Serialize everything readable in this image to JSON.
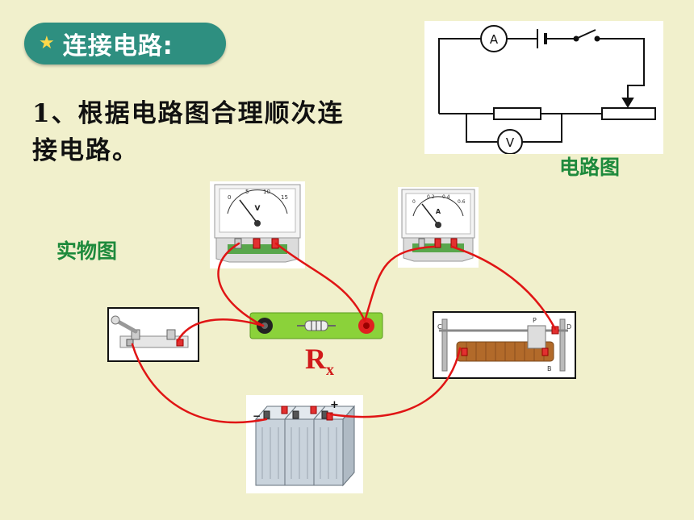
{
  "banner": {
    "star": "★",
    "title": "连接电路:"
  },
  "instruction": {
    "line1": "1、根据电路图合理顺次连",
    "line2": "接电路。"
  },
  "labels": {
    "circuit_diagram": "电路图",
    "physical_diagram": "实物图",
    "resistor_main": "R",
    "resistor_sub": "x"
  },
  "schematic": {
    "ammeter_symbol": "A",
    "voltmeter_symbol": "V"
  },
  "meters": {
    "voltmeter": {
      "scale": [
        "0",
        "5",
        "10",
        "15"
      ],
      "unit": "V"
    },
    "ammeter": {
      "scale": [
        "0",
        "0.2",
        "0.4",
        "0.6"
      ],
      "unit": "A"
    }
  },
  "rheostat": {
    "terminal_c": "C",
    "terminal_d": "D",
    "slider": "P",
    "terminal_b": "B"
  },
  "battery": {
    "minus": "−",
    "plus": "+"
  },
  "colors": {
    "wire": "#e01515",
    "banner": "#2e8f80",
    "green_label": "#1e8a3c",
    "rx": "#d11a1a",
    "background": "#f1f0cc"
  }
}
